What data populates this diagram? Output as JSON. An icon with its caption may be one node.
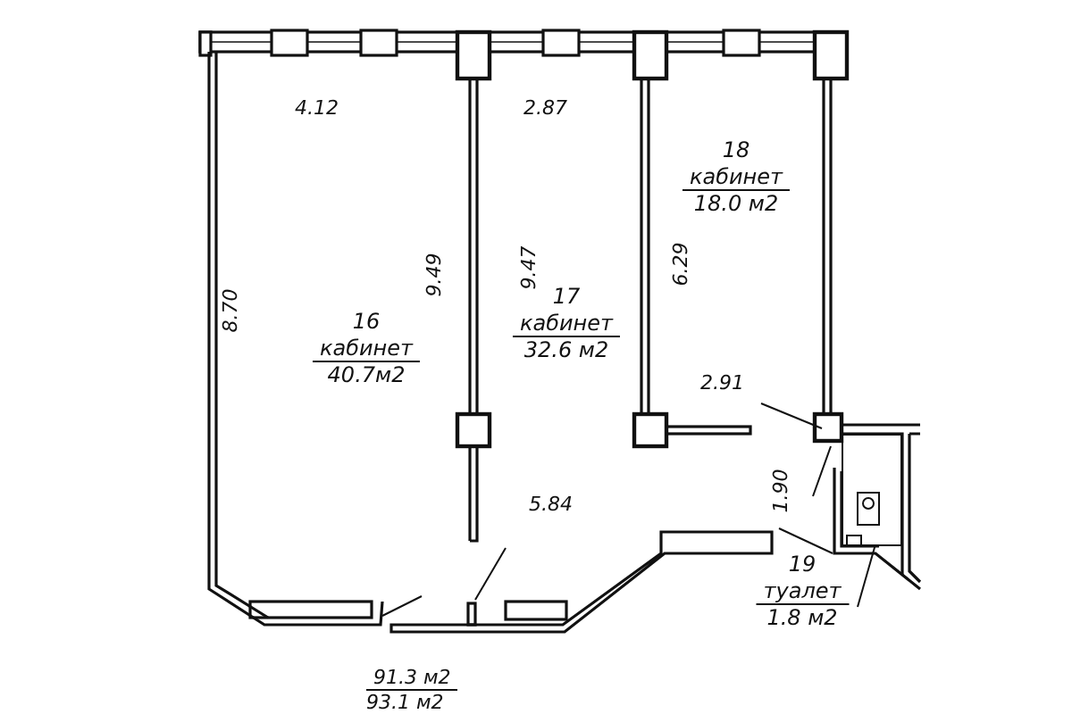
{
  "diagram": {
    "nodes": [
      {
        "text": [
          "16",
          "кабинет",
          "40.7м2"
        ]
      },
      {
        "text": [
          "17",
          "кабинет",
          "32.6 м2"
        ]
      },
      {
        "text": [
          "18",
          "кабинет",
          "18.0 м2"
        ]
      },
      {
        "text": [
          "19",
          "туалет",
          "1.8 м2"
        ]
      },
      {
        "text": [],
        "shape": "box"
      }
    ],
    "edges": [
      {
        "from": 3,
        "to": 4,
        "arrow": "none"
      }
    ],
    "labels": [
      "4.12",
      "2.87",
      "8.70",
      "9.49",
      "9.47",
      "6.29",
      "2.91",
      "5.84",
      "1.90",
      "91.3 м2",
      "93.1 м2"
    ]
  }
}
